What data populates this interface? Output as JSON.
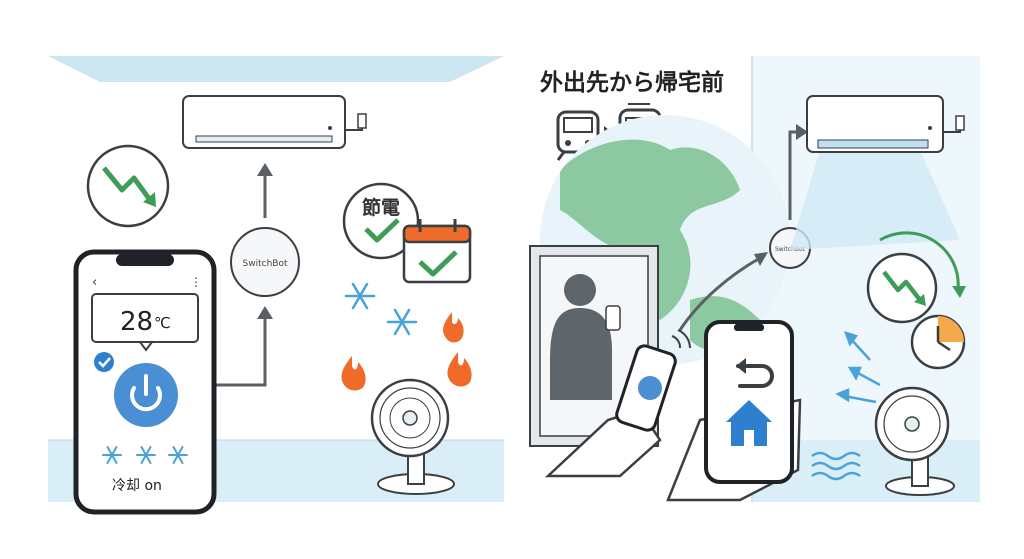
{
  "left_panel": {
    "brand_label": "SwitchBot",
    "phone": {
      "temperature": "28",
      "unit": "℃",
      "mode_label": "冷却 on",
      "back_glyph": "‹",
      "menu_glyph": "⋮"
    },
    "badge_label": "節電",
    "icons": [
      "trend-down-icon",
      "check-icon",
      "calendar-check-icon",
      "snowflake-icon",
      "flame-icon",
      "power-icon"
    ]
  },
  "right_panel": {
    "caption": "外出先から帰宅前",
    "brand_label": "SwitchBot",
    "icons": [
      "train-icon",
      "arrow-right-icon",
      "globe-icon",
      "back-arrow-icon",
      "home-icon",
      "clock-icon",
      "nfc-icon",
      "wave-icon"
    ]
  },
  "colors": {
    "sky": "#d9eef7",
    "ceiling": "#cde7f2",
    "outline": "#3a3f44",
    "green": "#3f9c57",
    "blue": "#2f7fcf",
    "orange": "#f06a2a",
    "globe_land": "#8cc9a0",
    "globe_sea": "#e8f3fa"
  }
}
